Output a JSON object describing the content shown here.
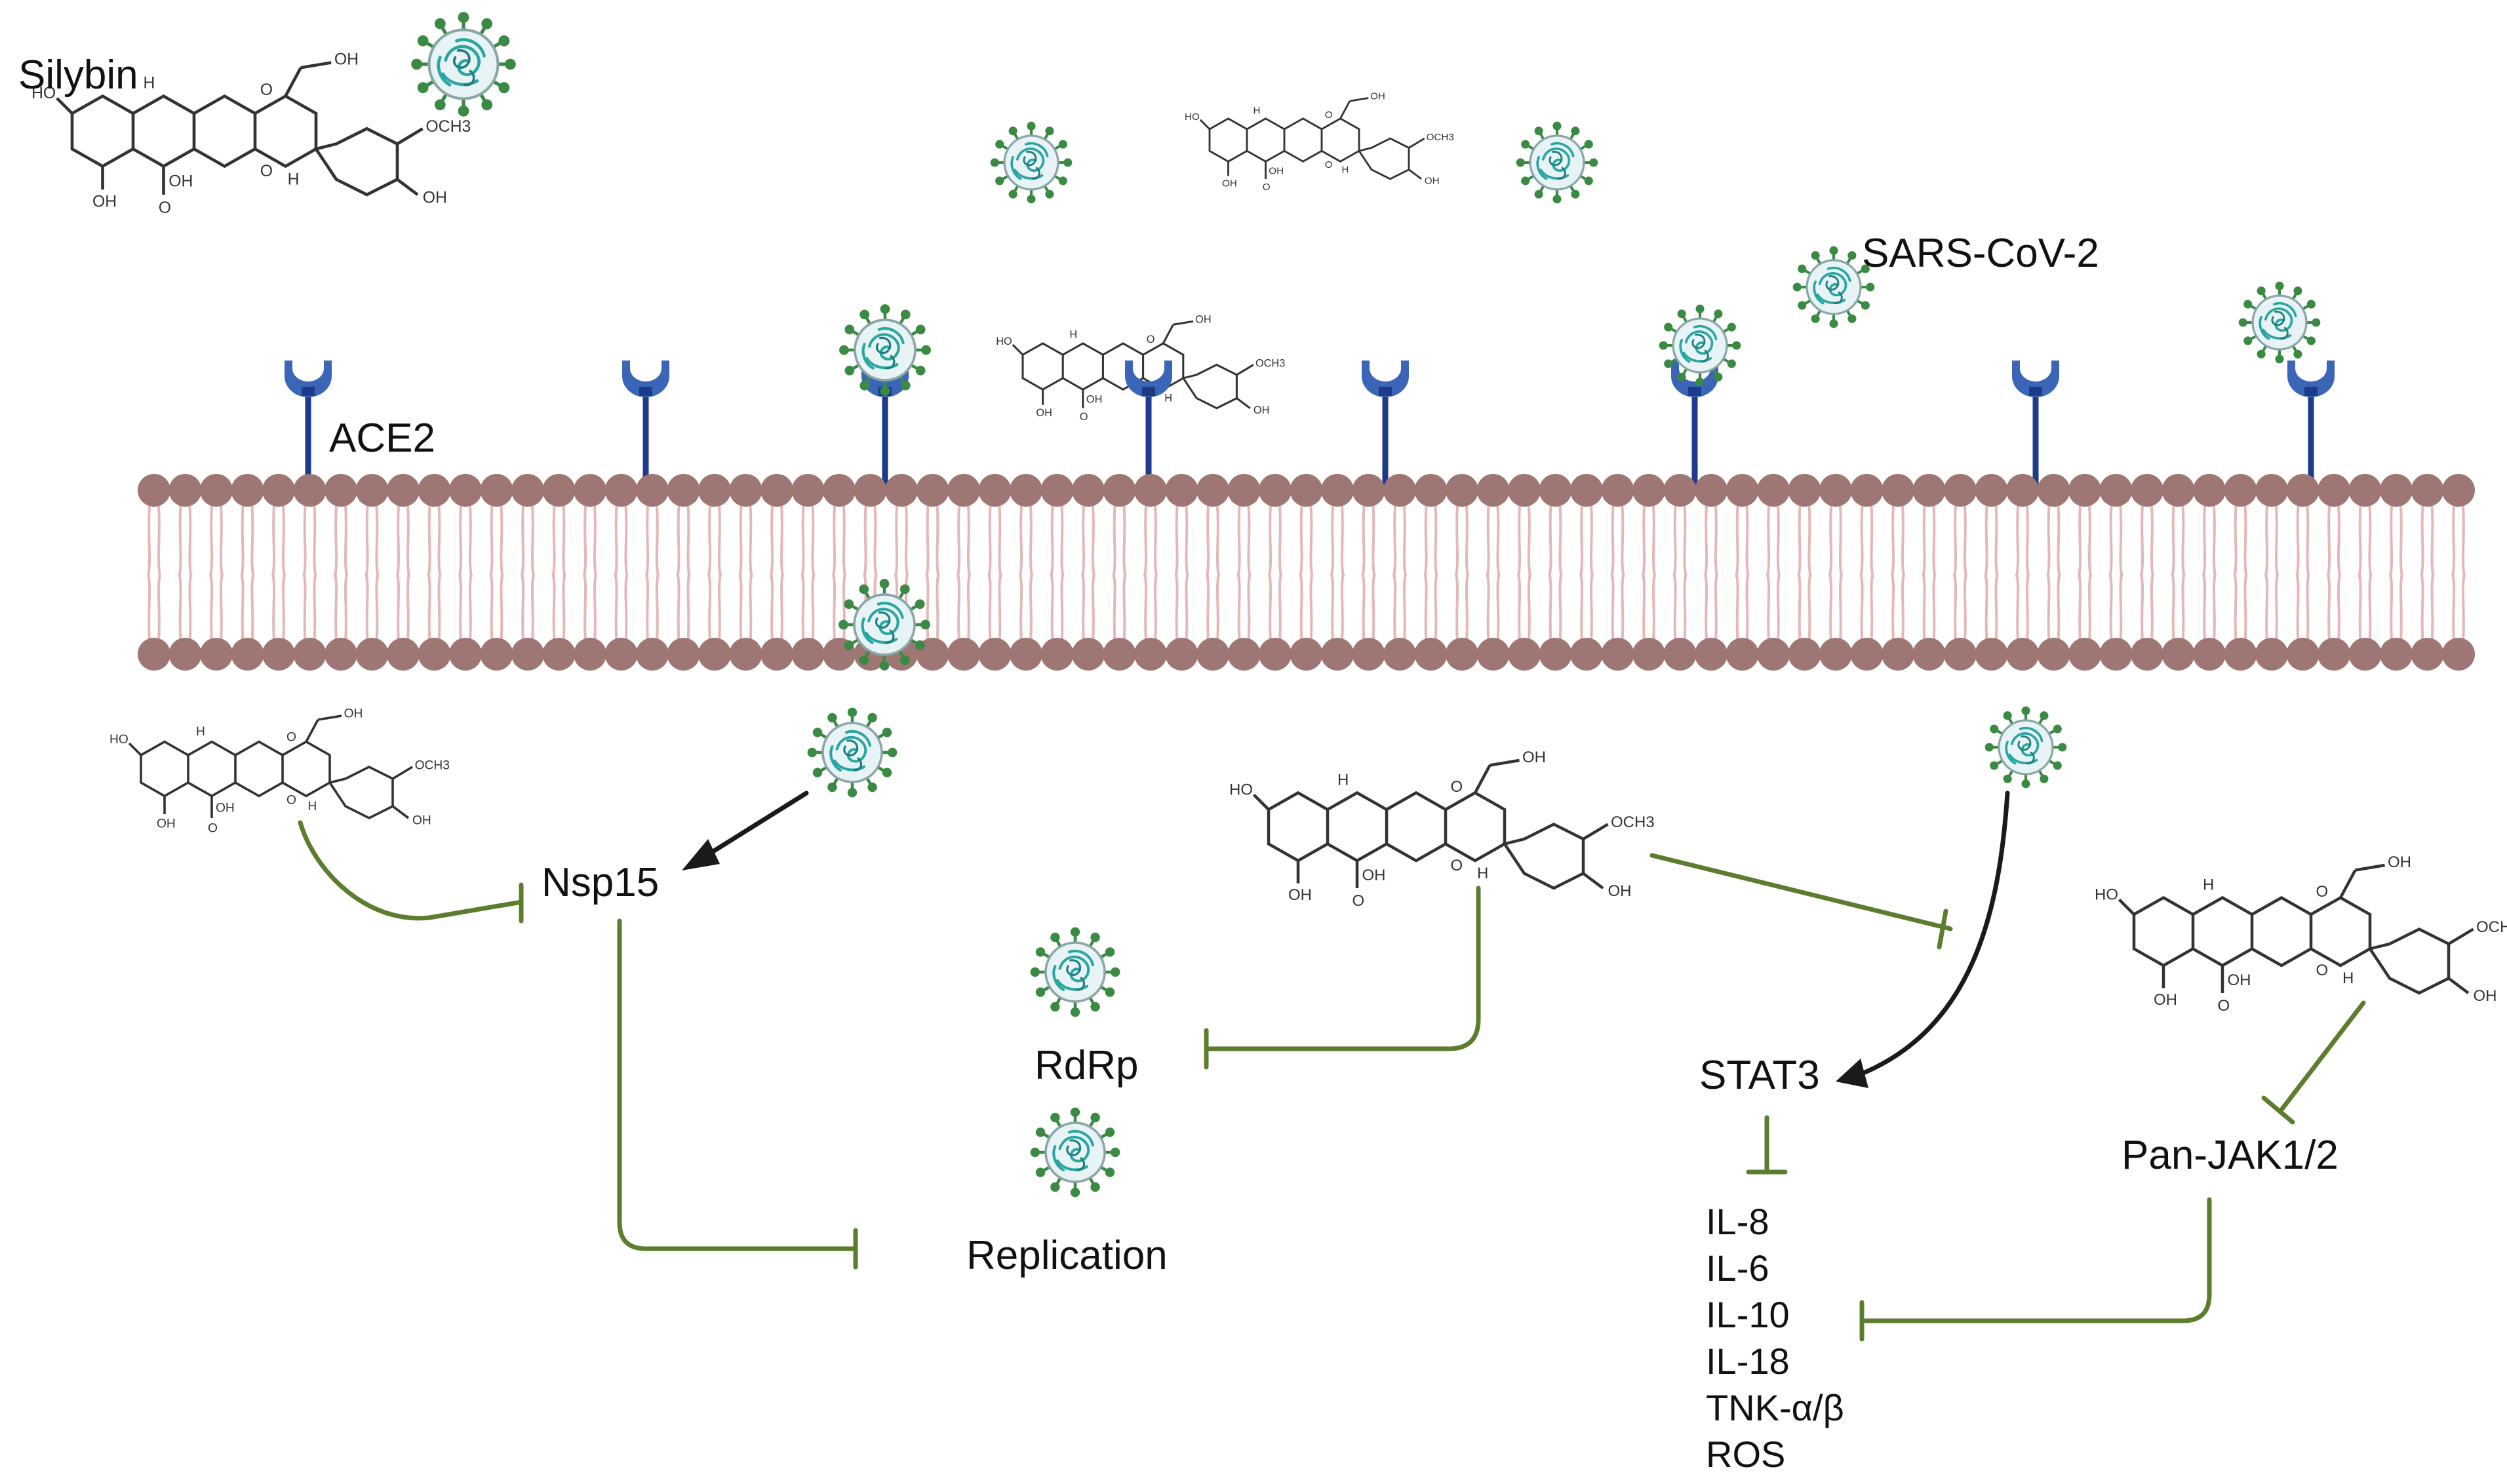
{
  "labels": {
    "silybin": "Silybin",
    "sars_cov_2": "SARS-CoV-2",
    "ace2": "ACE2",
    "nsp15": "Nsp15",
    "rdrp": "RdRp",
    "replication": "Replication",
    "stat3": "STAT3",
    "pan_jak": "Pan-JAK1/2"
  },
  "cytokines": [
    "IL-8",
    "IL-6",
    "IL-10",
    "IL-18",
    "TNK-α/β",
    "ROS"
  ],
  "molecule_atom_labels": {
    "hydroxyl": "OH",
    "methoxy": "OCH3",
    "ketone_oxygen": "O",
    "ring_oxygen": "O",
    "hydrogen": "H",
    "hydroxyl_left": "HO"
  },
  "colors": {
    "inhibition": "#5d7d2e",
    "activation": "#1a1a1a",
    "membrane_head": "#9e7673",
    "membrane_tail": "#e4b8b7",
    "receptor": "#1e3a8a",
    "receptor_cup": "#3b66b8",
    "virus_body": "#e8f3f5",
    "virus_rna": "#2aa6a2",
    "virus_spike": "#3a8a43"
  }
}
